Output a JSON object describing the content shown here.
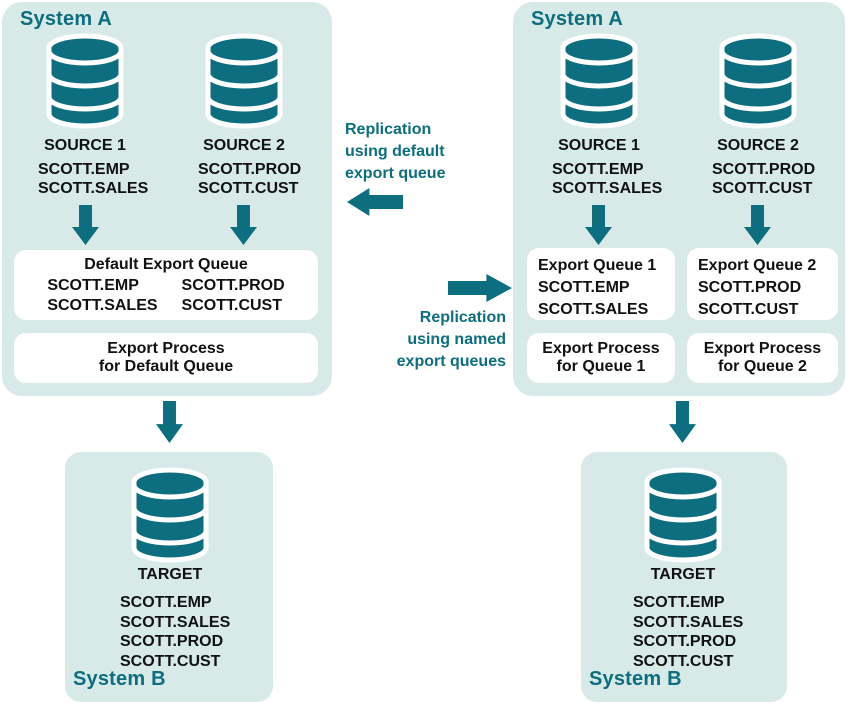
{
  "colors": {
    "teal": "#0c6e7e",
    "panel_background": "#d7eae8",
    "box_background": "#ffffff",
    "text_black": "#111111"
  },
  "left": {
    "system_a": "System A",
    "system_b": "System B",
    "sources": [
      {
        "label": "SOURCE 1",
        "tables": [
          "SCOTT.EMP",
          "SCOTT.SALES"
        ]
      },
      {
        "label": "SOURCE 2",
        "tables": [
          "SCOTT.PROD",
          "SCOTT.CUST"
        ]
      }
    ],
    "queue": {
      "title": "Default Export Queue",
      "col1": [
        "SCOTT.EMP",
        "SCOTT.SALES"
      ],
      "col2": [
        "SCOTT.PROD",
        "SCOTT.CUST"
      ]
    },
    "process": [
      "Export Process",
      "for Default Queue"
    ],
    "target": {
      "label": "TARGET",
      "tables": [
        "SCOTT.EMP",
        "SCOTT.SALES",
        "SCOTT.PROD",
        "SCOTT.CUST"
      ]
    }
  },
  "center": {
    "default_label": "Replication\nusing default\nexport queue",
    "named_label": "Replication\nusing named\nexport queues"
  },
  "right": {
    "system_a": "System A",
    "system_b": "System B",
    "sources": [
      {
        "label": "SOURCE 1",
        "tables": [
          "SCOTT.EMP",
          "SCOTT.SALES"
        ]
      },
      {
        "label": "SOURCE 2",
        "tables": [
          "SCOTT.PROD",
          "SCOTT.CUST"
        ]
      }
    ],
    "queues": [
      {
        "title": "Export Queue 1",
        "tables": [
          "SCOTT.EMP",
          "SCOTT.SALES"
        ]
      },
      {
        "title": "Export Queue 2",
        "tables": [
          "SCOTT.PROD",
          "SCOTT.CUST"
        ]
      }
    ],
    "processes": [
      [
        "Export Process",
        "for Queue 1"
      ],
      [
        "Export Process",
        "for Queue 2"
      ]
    ],
    "target": {
      "label": "TARGET",
      "tables": [
        "SCOTT.EMP",
        "SCOTT.SALES",
        "SCOTT.PROD",
        "SCOTT.CUST"
      ]
    }
  }
}
